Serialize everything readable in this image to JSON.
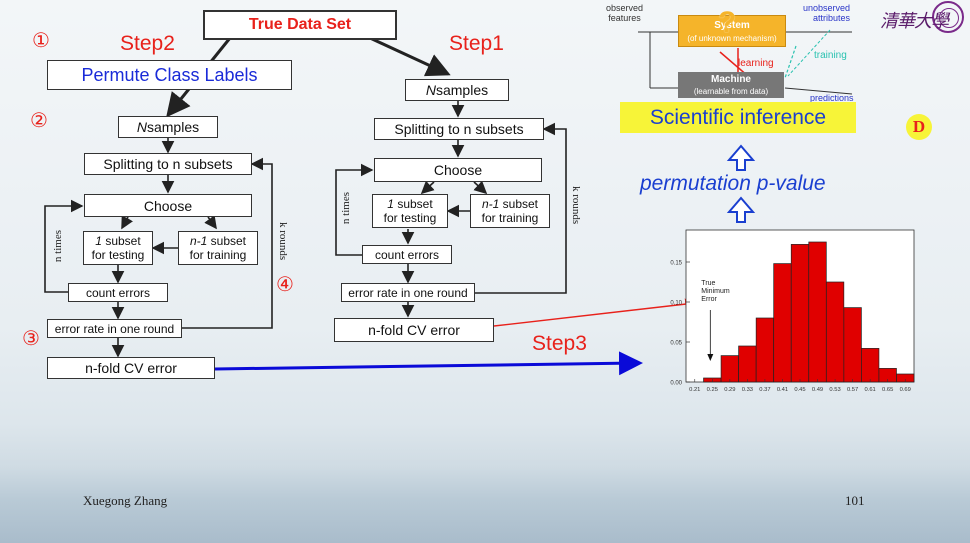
{
  "title": "True Data Set",
  "left": {
    "step2": "Step2",
    "circle1": "①",
    "circle2": "②",
    "circle3": "③",
    "circle4": "④",
    "permute": "Permute Class Labels",
    "n_samples_n": "N",
    "n_samples_rest": " samples",
    "splitting": "Splitting to n subsets",
    "choose": "Choose",
    "test_one": "1",
    "test_rest": " subset",
    "test_line2": "for testing",
    "train_one": "n-1",
    "train_rest": " subset",
    "train_line2": "for training",
    "count": "count errors",
    "error_round": "error rate in one round",
    "cv_error": "n-fold CV error",
    "n_times": "n times",
    "k_rounds": "k rounds"
  },
  "right": {
    "step1": "Step1",
    "n_samples_n": "N",
    "n_samples_rest": " samples",
    "splitting": "Splitting to n subsets",
    "choose": "Choose",
    "test_one": "1",
    "test_rest": " subset",
    "test_line2": "for testing",
    "train_one": "n-1",
    "train_rest": " subset",
    "train_line2": "for training",
    "count": "count errors",
    "error_round": "error rate in one round",
    "cv_error": "n-fold CV error",
    "n_times": "n times",
    "k_rounds": "k rounds"
  },
  "step3": "Step3",
  "panel": {
    "observed_1": "observed",
    "observed_2": "features",
    "unobserved_1": "unobserved",
    "unobserved_2": "attributes",
    "system_title": "System",
    "system_sub": "(of unknown mechanism)",
    "question": "?",
    "training": "training",
    "learning": "learning",
    "machine_title": "Machine",
    "machine_sub": "(learnable from data)",
    "predictions": "predictions",
    "inference": "Scientific inference",
    "pvalue": "permutation p-value",
    "badge": "D",
    "logo": "清華大學"
  },
  "chart_data": {
    "type": "bar",
    "categories": [
      "0.21",
      "0.25",
      "0.29",
      "0.33",
      "0.37",
      "0.41",
      "0.45",
      "0.49",
      "0.53",
      "0.57",
      "0.61",
      "0.65",
      "0.69"
    ],
    "bins": [
      0.19,
      0.23,
      0.27,
      0.31,
      0.35,
      0.39,
      0.43,
      0.47,
      0.51,
      0.55,
      0.59,
      0.63,
      0.67,
      0.71
    ],
    "values": [
      0,
      0.005,
      0.033,
      0.045,
      0.08,
      0.148,
      0.172,
      0.175,
      0.125,
      0.093,
      0.042,
      0.017,
      0.01,
      0
    ],
    "yticks": [
      "0.00",
      "0.05",
      "0.10",
      "0.15"
    ],
    "ylim": [
      0,
      0.19
    ],
    "xlim": [
      0.19,
      0.71
    ],
    "annotation": [
      "True",
      "Minimum",
      "Error"
    ],
    "annotation_x": 0.25,
    "bar_color": "#e00000"
  },
  "footer": {
    "author": "Xuegong Zhang",
    "page": "101"
  }
}
